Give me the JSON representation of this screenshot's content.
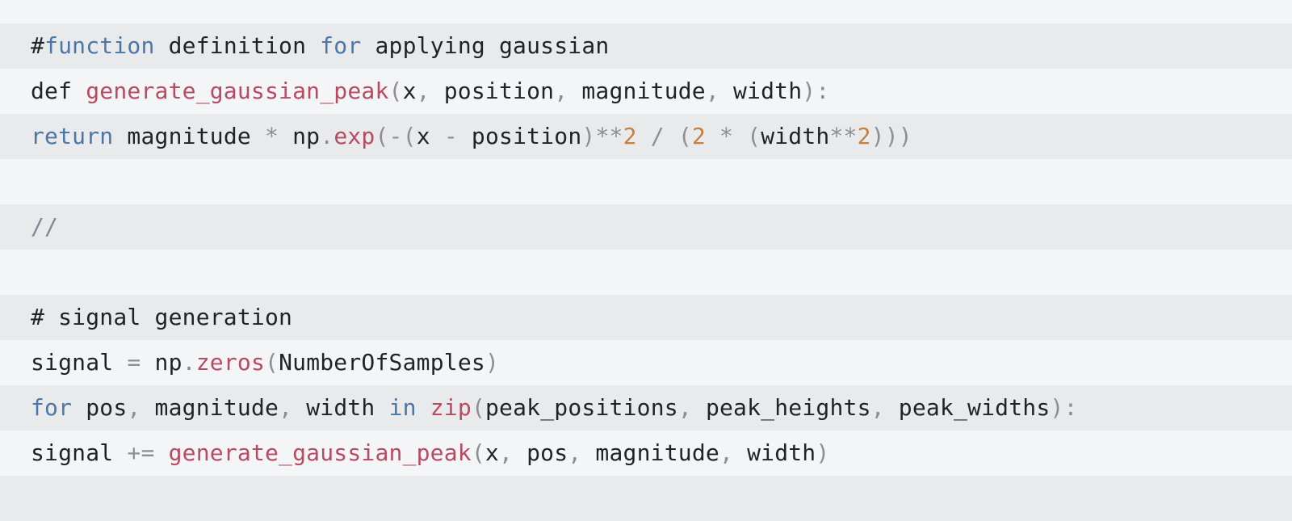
{
  "code": {
    "lines": [
      {
        "tokens": [
          {
            "t": "#",
            "k": "comment"
          },
          {
            "t": "function",
            "k": "keyword"
          },
          {
            "t": " definition ",
            "k": "comment"
          },
          {
            "t": "for",
            "k": "keyword"
          },
          {
            "t": " applying gaussian",
            "k": "comment"
          }
        ]
      },
      {
        "tokens": [
          {
            "t": "def ",
            "k": "plain"
          },
          {
            "t": "generate_gaussian_peak",
            "k": "func"
          },
          {
            "t": "(",
            "k": "punct"
          },
          {
            "t": "x",
            "k": "plain"
          },
          {
            "t": ", ",
            "k": "punct"
          },
          {
            "t": "position",
            "k": "plain"
          },
          {
            "t": ", ",
            "k": "punct"
          },
          {
            "t": "magnitude",
            "k": "plain"
          },
          {
            "t": ", ",
            "k": "punct"
          },
          {
            "t": "width",
            "k": "plain"
          },
          {
            "t": "):",
            "k": "punct"
          }
        ]
      },
      {
        "tokens": [
          {
            "t": "return",
            "k": "keyword"
          },
          {
            "t": " magnitude ",
            "k": "plain"
          },
          {
            "t": "*",
            "k": "punct"
          },
          {
            "t": " np",
            "k": "plain"
          },
          {
            "t": ".",
            "k": "punct"
          },
          {
            "t": "exp",
            "k": "func"
          },
          {
            "t": "(-(",
            "k": "punct"
          },
          {
            "t": "x ",
            "k": "plain"
          },
          {
            "t": "-",
            "k": "punct"
          },
          {
            "t": " position",
            "k": "plain"
          },
          {
            "t": ")**",
            "k": "punct"
          },
          {
            "t": "2",
            "k": "number"
          },
          {
            "t": " / (",
            "k": "punct"
          },
          {
            "t": "2",
            "k": "number"
          },
          {
            "t": " * (",
            "k": "punct"
          },
          {
            "t": "width",
            "k": "plain"
          },
          {
            "t": "**",
            "k": "punct"
          },
          {
            "t": "2",
            "k": "number"
          },
          {
            "t": ")))",
            "k": "punct"
          }
        ]
      },
      {
        "tokens": []
      },
      {
        "tokens": [
          {
            "t": "//",
            "k": "comment-muted"
          }
        ]
      },
      {
        "tokens": []
      },
      {
        "tokens": [
          {
            "t": "# signal generation",
            "k": "comment"
          }
        ]
      },
      {
        "tokens": [
          {
            "t": "signal ",
            "k": "plain"
          },
          {
            "t": "=",
            "k": "punct"
          },
          {
            "t": " np",
            "k": "plain"
          },
          {
            "t": ".",
            "k": "punct"
          },
          {
            "t": "zeros",
            "k": "func"
          },
          {
            "t": "(",
            "k": "punct"
          },
          {
            "t": "NumberOfSamples",
            "k": "plain"
          },
          {
            "t": ")",
            "k": "punct"
          }
        ]
      },
      {
        "tokens": [
          {
            "t": "for",
            "k": "keyword"
          },
          {
            "t": " pos",
            "k": "plain"
          },
          {
            "t": ", ",
            "k": "punct"
          },
          {
            "t": "magnitude",
            "k": "plain"
          },
          {
            "t": ", ",
            "k": "punct"
          },
          {
            "t": "width ",
            "k": "plain"
          },
          {
            "t": "in",
            "k": "keyword"
          },
          {
            "t": " ",
            "k": "plain"
          },
          {
            "t": "zip",
            "k": "func"
          },
          {
            "t": "(",
            "k": "punct"
          },
          {
            "t": "peak_positions",
            "k": "plain"
          },
          {
            "t": ", ",
            "k": "punct"
          },
          {
            "t": "peak_heights",
            "k": "plain"
          },
          {
            "t": ", ",
            "k": "punct"
          },
          {
            "t": "peak_widths",
            "k": "plain"
          },
          {
            "t": "):",
            "k": "punct"
          }
        ]
      },
      {
        "tokens": [
          {
            "t": "signal ",
            "k": "plain"
          },
          {
            "t": "+=",
            "k": "punct"
          },
          {
            "t": " ",
            "k": "plain"
          },
          {
            "t": "generate_gaussian_peak",
            "k": "func"
          },
          {
            "t": "(",
            "k": "punct"
          },
          {
            "t": "x",
            "k": "plain"
          },
          {
            "t": ", ",
            "k": "punct"
          },
          {
            "t": "pos",
            "k": "plain"
          },
          {
            "t": ", ",
            "k": "punct"
          },
          {
            "t": "magnitude",
            "k": "plain"
          },
          {
            "t": ", ",
            "k": "punct"
          },
          {
            "t": "width",
            "k": "plain"
          },
          {
            "t": ")",
            "k": "punct"
          }
        ]
      },
      {
        "tokens": []
      }
    ]
  },
  "colors": {
    "background": "#f4f5f6",
    "row_alt": "#e9eaec",
    "text": "#1f2328",
    "keyword": "#4a77a8",
    "function": "#b84a62",
    "number": "#c87e3c",
    "punctuation": "#8b8f94"
  }
}
